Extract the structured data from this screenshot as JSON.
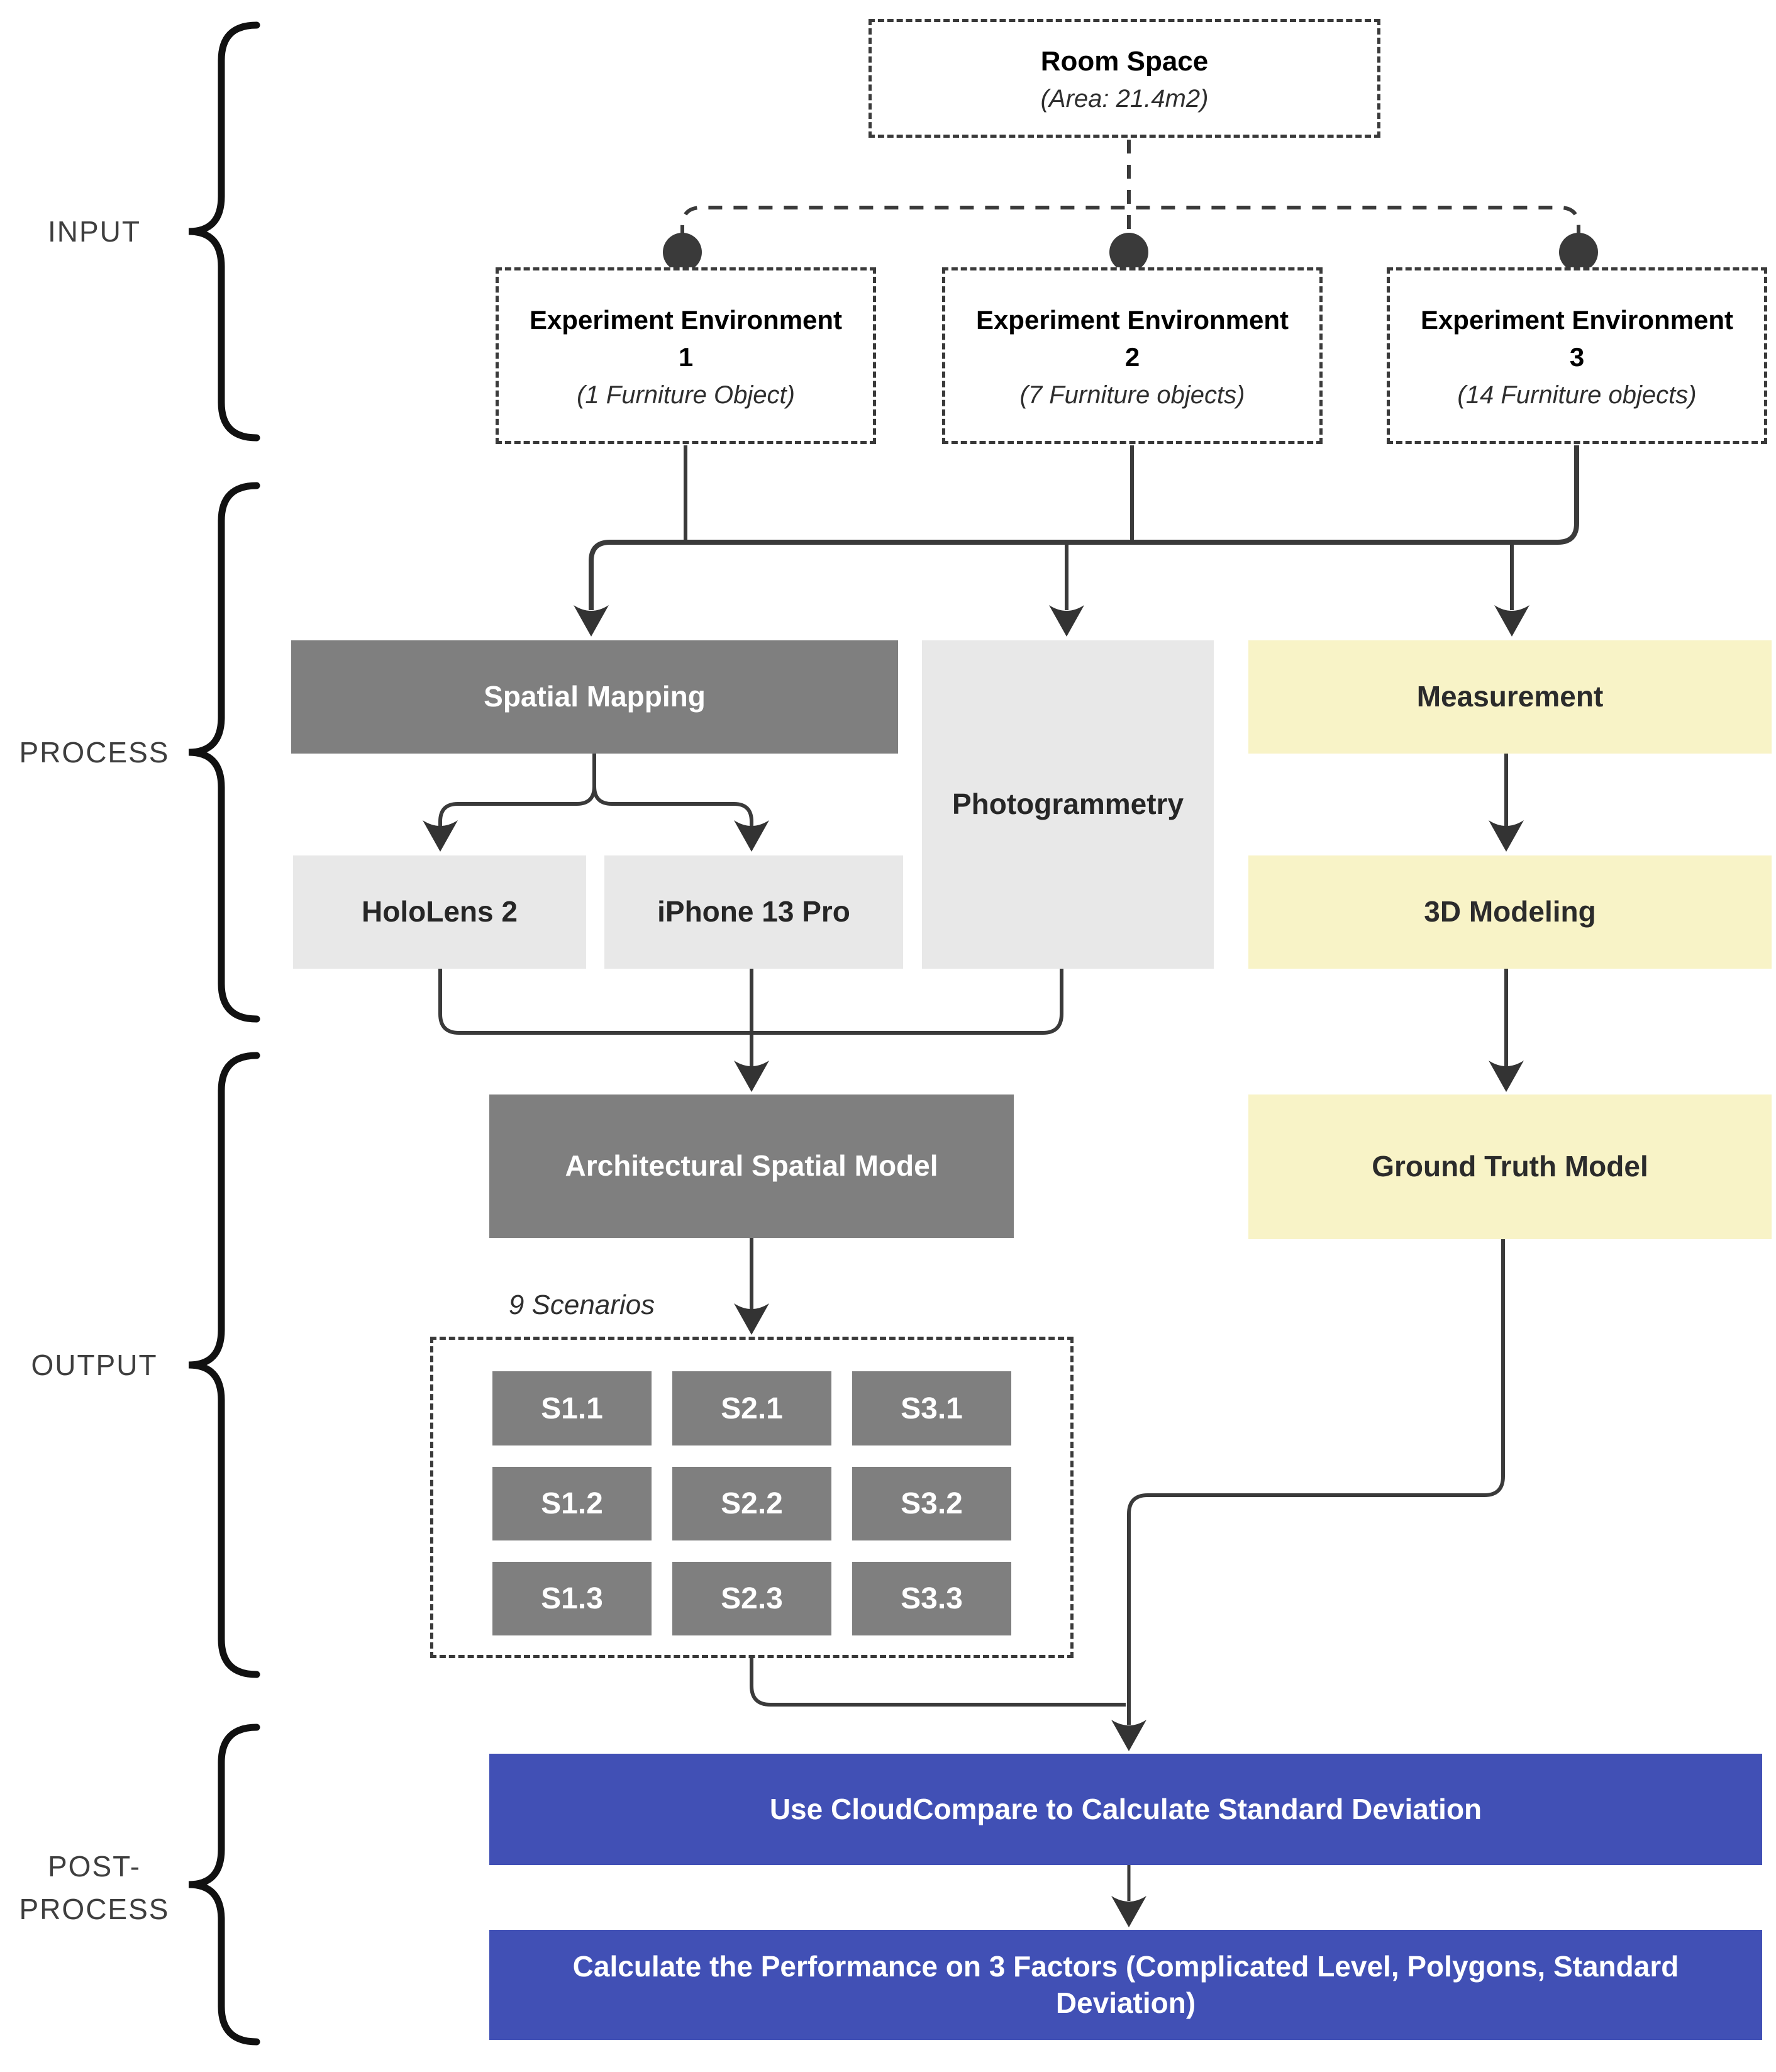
{
  "sections": {
    "input": {
      "label": "INPUT"
    },
    "process": {
      "label": "PROCESS"
    },
    "output": {
      "label": "OUTPUT"
    },
    "post_process": {
      "line1": "POST-",
      "line2": "PROCESS"
    }
  },
  "nodes": {
    "room_space": {
      "title": "Room Space",
      "subtitle": "(Area: 21.4m2)"
    },
    "environment_1": {
      "title": "Experiment Environment 1",
      "subtitle": "(1 Furniture Object)"
    },
    "environment_2": {
      "title": "Experiment Environment 2",
      "subtitle": "(7 Furniture objects)"
    },
    "environment_3": {
      "title": "Experiment Environment 3",
      "subtitle": "(14 Furniture objects)"
    },
    "spatial_mapping": {
      "label": "Spatial Mapping"
    },
    "photogrammetry": {
      "label": "Photogrammetry"
    },
    "measurement": {
      "label": "Measurement"
    },
    "hololens": {
      "label": "HoloLens 2"
    },
    "iphone": {
      "label": "iPhone 13 Pro"
    },
    "modeling_3d": {
      "label": "3D Modeling"
    },
    "architectural_spatial_model": {
      "label": "Architectural Spatial Model"
    },
    "ground_truth_model": {
      "label": "Ground Truth Model"
    },
    "cloudcompare": {
      "label": "Use CloudCompare to Calculate Standard Deviation"
    },
    "performance": {
      "label": "Calculate the Performance on 3 Factors (Complicated Level, Polygons, Standard Deviation)"
    }
  },
  "scenarios": {
    "label": "9 Scenarios",
    "cells": [
      [
        "S1.1",
        "S2.1",
        "S3.1"
      ],
      [
        "S1.2",
        "S2.2",
        "S3.2"
      ],
      [
        "S1.3",
        "S2.3",
        "S3.3"
      ]
    ]
  },
  "colors": {
    "dark_box": "#7f7f7f",
    "light_box": "#e8e8e8",
    "yellow_box": "#f8f3c7",
    "blue_box": "#4150b5",
    "line": "#3a3a3a"
  }
}
